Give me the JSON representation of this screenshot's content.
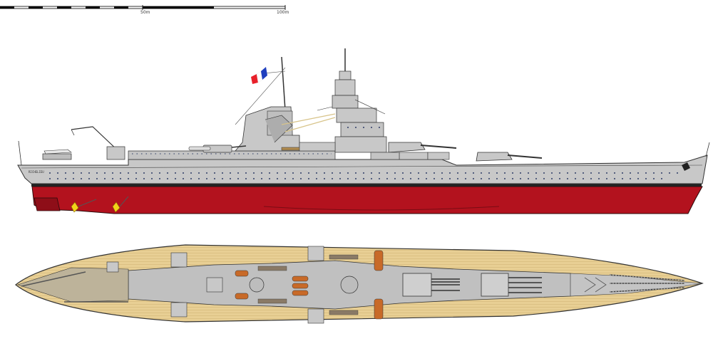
{
  "scale_bar": {
    "mid_label": "50m",
    "end_label": "100m"
  },
  "ship": {
    "hull_name": "RICHELIEU"
  },
  "colors": {
    "hull_gray": "#c8c8c8",
    "hull_red": "#b3121e",
    "deck_wood": "#e8cf94",
    "flag_blue": "#1f3fbf",
    "flag_red": "#e8202a"
  }
}
